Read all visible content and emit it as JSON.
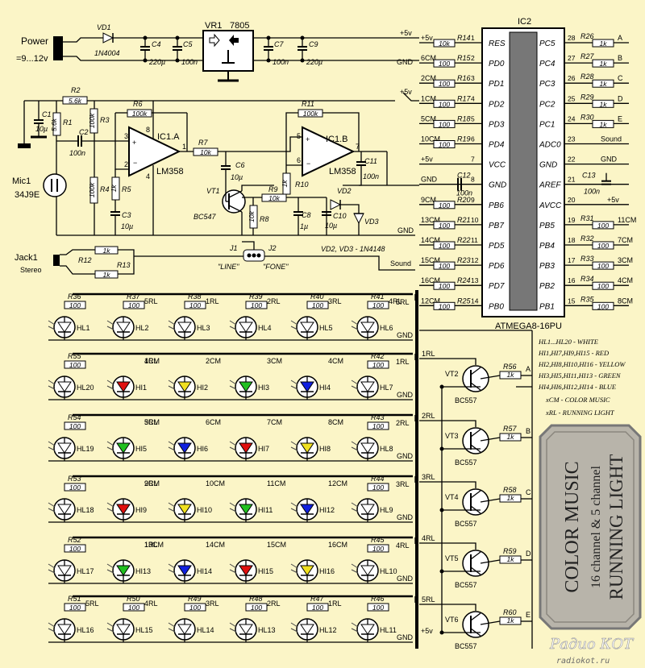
{
  "power": {
    "label": "Power",
    "voltage": "=9...12v",
    "vd1": "VD1",
    "vd1_type": "1N4004",
    "c4": "C4",
    "c4_val": "220µ",
    "c5": "C5",
    "c5_val": "100n",
    "vr1": "VR1",
    "vr1_type": "7805",
    "c7": "C7",
    "c7_val": "100n",
    "c9": "C9",
    "c9_val": "220µ"
  },
  "rails": {
    "plus5": "+5v",
    "gnd": "GND",
    "sound": "Sound"
  },
  "preamp": {
    "r2": "R2",
    "r2_val": "5.6k",
    "c1": "C1",
    "c1_val": "10µ",
    "r1": "R1",
    "r1_val": "5.6k",
    "c2": "C2",
    "c2_val": "100n",
    "r3": "R3",
    "r3_val": "100k",
    "r4": "R4",
    "r4_val": "100k",
    "r5": "R5",
    "r5_val": "1k",
    "c3": "C3",
    "c3_val": "10µ",
    "r6": "R6",
    "r6_val": "100k",
    "ic1a": "IC1.A",
    "ic1a_type": "LM358",
    "r7": "R7",
    "r7_val": "10k",
    "c6": "C6",
    "c6_val": "10µ",
    "vt1": "VT1",
    "vt1_type": "BC547",
    "r8": "R8",
    "r8_val": "10k",
    "r9": "R9",
    "r9_val": "10k",
    "r10": "R10",
    "r10_val": "1k",
    "c8": "C8",
    "c8_val": "1µ",
    "r11": "R11",
    "r11_val": "100k",
    "ic1b": "IC1.B",
    "ic1b_type": "LM358",
    "c11": "C11",
    "c11_val": "100n",
    "vd2": "VD2",
    "vd3": "VD3",
    "c10": "C10",
    "c10_val": "10µ",
    "diodes_note": "VD2, VD3 - 1N4148",
    "mic": "Mic1",
    "mic_type": "34J9E",
    "jack": "Jack1",
    "jack_type": "Stereo",
    "r12": "R12",
    "r12_val": "1k",
    "r13": "R13",
    "r13_val": "1k",
    "j1": "J1",
    "j2": "J2",
    "line": "\"LINE\"",
    "fone": "\"FONE\""
  },
  "ic2": {
    "ref": "IC2",
    "name": "ATMEGA8-16PU",
    "left_pins": [
      {
        "num": "1",
        "name": "RES",
        "net": "+5v",
        "res": "R14",
        "val": "10k"
      },
      {
        "num": "2",
        "name": "PD0",
        "net": "6CM",
        "res": "R15",
        "val": "100"
      },
      {
        "num": "3",
        "name": "PD1",
        "net": "2CM",
        "res": "R16",
        "val": "100"
      },
      {
        "num": "4",
        "name": "PD2",
        "net": "1CM",
        "res": "R17",
        "val": "100"
      },
      {
        "num": "5",
        "name": "PD3",
        "net": "5CM",
        "res": "R18",
        "val": "100"
      },
      {
        "num": "6",
        "name": "PD4",
        "net": "10CM",
        "res": "R19",
        "val": "100"
      },
      {
        "num": "7",
        "name": "VCC",
        "net": "+5v",
        "res": "",
        "val": ""
      },
      {
        "num": "8",
        "name": "GND",
        "net": "GND",
        "res": "C12",
        "val": "100n"
      },
      {
        "num": "9",
        "name": "PB6",
        "net": "9CM",
        "res": "R20",
        "val": "100"
      },
      {
        "num": "10",
        "name": "PB7",
        "net": "13CM",
        "res": "R21",
        "val": "100"
      },
      {
        "num": "11",
        "name": "PD5",
        "net": "14CM",
        "res": "R22",
        "val": "100"
      },
      {
        "num": "12",
        "name": "PD6",
        "net": "15CM",
        "res": "R23",
        "val": "100"
      },
      {
        "num": "13",
        "name": "PD7",
        "net": "16CM",
        "res": "R24",
        "val": "100"
      },
      {
        "num": "14",
        "name": "PB0",
        "net": "12CM",
        "res": "R25",
        "val": "100"
      }
    ],
    "right_pins": [
      {
        "num": "28",
        "name": "PC5",
        "net": "A",
        "res": "R26",
        "val": "1k"
      },
      {
        "num": "27",
        "name": "PC4",
        "net": "B",
        "res": "R27",
        "val": "1k"
      },
      {
        "num": "26",
        "name": "PC3",
        "net": "C",
        "res": "R28",
        "val": "1k"
      },
      {
        "num": "25",
        "name": "PC2",
        "net": "D",
        "res": "R29",
        "val": "1k"
      },
      {
        "num": "24",
        "name": "PC1",
        "net": "E",
        "res": "R30",
        "val": "1k"
      },
      {
        "num": "23",
        "name": "ADC0",
        "net": "Sound",
        "res": "",
        "val": ""
      },
      {
        "num": "22",
        "name": "GND",
        "net": "GND",
        "res": "",
        "val": ""
      },
      {
        "num": "21",
        "name": "AREF",
        "net": "",
        "res": "C13",
        "val": "100n"
      },
      {
        "num": "20",
        "name": "AVCC",
        "net": "+5v",
        "res": "",
        "val": ""
      },
      {
        "num": "19",
        "name": "PB5",
        "net": "11CM",
        "res": "R31",
        "val": "100"
      },
      {
        "num": "18",
        "name": "PB4",
        "net": "7CM",
        "res": "R32",
        "val": "100"
      },
      {
        "num": "17",
        "name": "PB3",
        "net": "3CM",
        "res": "R33",
        "val": "100"
      },
      {
        "num": "16",
        "name": "PB2",
        "net": "4CM",
        "res": "R34",
        "val": "100"
      },
      {
        "num": "15",
        "name": "PB1",
        "net": "8CM",
        "res": "R35",
        "val": "100"
      }
    ]
  },
  "led_rows": [
    {
      "leds": [
        {
          "res": "R36",
          "val": "100",
          "net": "",
          "led": "HL1",
          "color": "white"
        },
        {
          "res": "R37",
          "val": "100",
          "net": "5RL",
          "led": "HL2",
          "color": "white"
        },
        {
          "res": "R38",
          "val": "100",
          "net": "1RL",
          "led": "HL3",
          "color": "white"
        },
        {
          "res": "R39",
          "val": "100",
          "net": "2RL",
          "led": "HL4",
          "color": "white"
        },
        {
          "res": "R40",
          "val": "100",
          "net": "3RL",
          "led": "HL5",
          "color": "white"
        },
        {
          "res": "R41",
          "val": "100",
          "net": "4RL",
          "led": "HL6",
          "color": "white"
        }
      ],
      "end_net": "5RL"
    },
    {
      "leds": [
        {
          "res": "R55",
          "val": "100",
          "net": "",
          "led": "HL20",
          "color": "white"
        },
        {
          "res": "",
          "val": "",
          "net": "4RL",
          "led": "HI1",
          "color": "#e01010",
          "cm": "1CM"
        },
        {
          "res": "",
          "val": "",
          "net": "",
          "led": "HI2",
          "color": "#f0e020",
          "cm": "2CM"
        },
        {
          "res": "",
          "val": "",
          "net": "",
          "led": "HI3",
          "color": "#20c020",
          "cm": "3CM"
        },
        {
          "res": "",
          "val": "",
          "net": "",
          "led": "HI4",
          "color": "#1020e0",
          "cm": "4CM"
        },
        {
          "res": "R42",
          "val": "100",
          "net": "",
          "led": "HL7",
          "color": "white"
        }
      ],
      "end_net": "1RL"
    },
    {
      "leds": [
        {
          "res": "R54",
          "val": "100",
          "net": "",
          "led": "HL19",
          "color": "white"
        },
        {
          "res": "",
          "val": "",
          "net": "3RL",
          "led": "HI5",
          "color": "#20c020",
          "cm": "5CM"
        },
        {
          "res": "",
          "val": "",
          "net": "",
          "led": "HI6",
          "color": "#1020e0",
          "cm": "6CM"
        },
        {
          "res": "",
          "val": "",
          "net": "",
          "led": "HI7",
          "color": "#e01010",
          "cm": "7CM"
        },
        {
          "res": "",
          "val": "",
          "net": "",
          "led": "HI8",
          "color": "#f0e020",
          "cm": "8CM"
        },
        {
          "res": "R43",
          "val": "100",
          "net": "",
          "led": "HL8",
          "color": "white"
        }
      ],
      "end_net": "2RL"
    },
    {
      "leds": [
        {
          "res": "R53",
          "val": "100",
          "net": "",
          "led": "HL18",
          "color": "white"
        },
        {
          "res": "",
          "val": "",
          "net": "2RL",
          "led": "HI9",
          "color": "#e01010",
          "cm": "9CM"
        },
        {
          "res": "",
          "val": "",
          "net": "",
          "led": "HI10",
          "color": "#f0e020",
          "cm": "10CM"
        },
        {
          "res": "",
          "val": "",
          "net": "",
          "led": "HI11",
          "color": "#20c020",
          "cm": "11CM"
        },
        {
          "res": "",
          "val": "",
          "net": "",
          "led": "HI12",
          "color": "#1020e0",
          "cm": "12CM"
        },
        {
          "res": "R44",
          "val": "100",
          "net": "",
          "led": "HL9",
          "color": "white"
        }
      ],
      "end_net": "3RL"
    },
    {
      "leds": [
        {
          "res": "R52",
          "val": "100",
          "net": "",
          "led": "HL17",
          "color": "white"
        },
        {
          "res": "",
          "val": "",
          "net": "1RL",
          "led": "HI13",
          "color": "#20c020",
          "cm": "13CM"
        },
        {
          "res": "",
          "val": "",
          "net": "",
          "led": "HI14",
          "color": "#1020e0",
          "cm": "14CM"
        },
        {
          "res": "",
          "val": "",
          "net": "",
          "led": "HI15",
          "color": "#e01010",
          "cm": "15CM"
        },
        {
          "res": "",
          "val": "",
          "net": "",
          "led": "HI16",
          "color": "#f0e020",
          "cm": "16CM"
        },
        {
          "res": "R45",
          "val": "100",
          "net": "",
          "led": "HL10",
          "color": "white"
        }
      ],
      "end_net": "4RL"
    },
    {
      "leds": [
        {
          "res": "R51",
          "val": "100",
          "net": "5RL",
          "led": "HL16",
          "color": "white"
        },
        {
          "res": "R50",
          "val": "100",
          "net": "4RL",
          "led": "HL15",
          "color": "white"
        },
        {
          "res": "R49",
          "val": "100",
          "net": "3RL",
          "led": "HL14",
          "color": "white"
        },
        {
          "res": "R48",
          "val": "100",
          "net": "2RL",
          "led": "HL13",
          "color": "white"
        },
        {
          "res": "R47",
          "val": "100",
          "net": "1RL",
          "led": "HL12",
          "color": "white"
        },
        {
          "res": "R46",
          "val": "100",
          "net": "",
          "led": "HL11",
          "color": "white"
        }
      ],
      "end_net": ""
    }
  ],
  "transistors": [
    {
      "net": "1RL",
      "vt": "VT2",
      "type": "BC557",
      "res": "R56",
      "val": "1k",
      "sig": "A"
    },
    {
      "net": "2RL",
      "vt": "VT3",
      "type": "BC557",
      "res": "R57",
      "val": "1k",
      "sig": "B"
    },
    {
      "net": "3RL",
      "vt": "VT4",
      "type": "BC557",
      "res": "R58",
      "val": "1k",
      "sig": "C"
    },
    {
      "net": "4RL",
      "vt": "VT5",
      "type": "BC557",
      "res": "R59",
      "val": "1k",
      "sig": "D"
    },
    {
      "net": "5RL",
      "vt": "VT6",
      "type": "BC557",
      "res": "R60",
      "val": "1k",
      "sig": "E"
    }
  ],
  "legend": [
    "HL1...HL20   -   WHITE",
    "HI1,HI7,HI9,HI15   -   RED",
    "HI2,HI8,HI10,HI16 - YELLOW",
    "HI3,HI5,HI11,HI13  - GREEN",
    "HI4,HI6,HI12,HI14  -  BLUE",
    "xCM  -  COLOR MUSIC",
    "xRL  -  RUNNING LIGHT"
  ],
  "banner": {
    "line1": "COLOR MUSIC",
    "line2": "16 channel & 5 channel",
    "line3": "RUNNING LIGHT"
  },
  "watermark": {
    "logo": "Радио КОТ",
    "url": "radiokot.ru"
  },
  "colors": {
    "background": "#fbf5c7",
    "white_led": "#ffffff",
    "banner_bg": "#b8b4aa"
  }
}
